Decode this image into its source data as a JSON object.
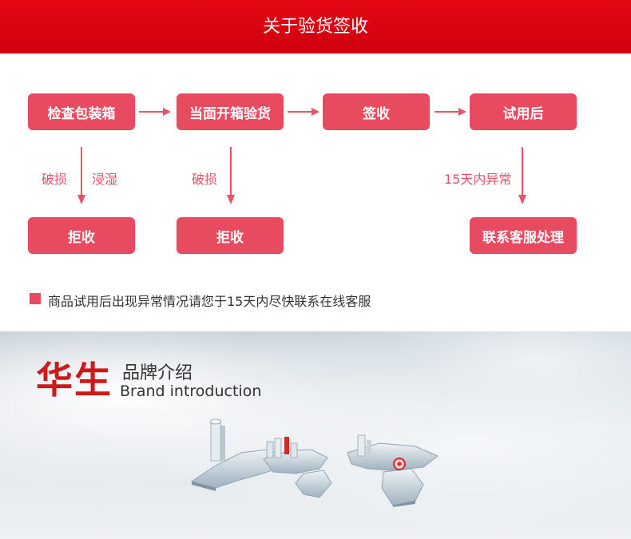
{
  "banner": {
    "title": "关于验货签收"
  },
  "flow": {
    "steps": [
      "检查包装箱",
      "当面开箱验货",
      "签收",
      "试用后"
    ],
    "branches": {
      "step1_labels": [
        "破损",
        "浸湿"
      ],
      "step1_result": "拒收",
      "step2_label": "破损",
      "step2_result": "拒收",
      "step4_label": "15天内异常",
      "step4_result": "联系客服处理"
    }
  },
  "note": {
    "text": "商品试用后出现异常情况请您于15天内尽快联系在线客服"
  },
  "brand": {
    "name_cn": "华生",
    "subtitle_cn": "品牌介绍",
    "subtitle_en": "Brand introduction"
  },
  "colors": {
    "banner": "#e30613",
    "box": "#e84a5f",
    "arrow": "#e8536a",
    "brand_name": "#cc1a1a"
  }
}
